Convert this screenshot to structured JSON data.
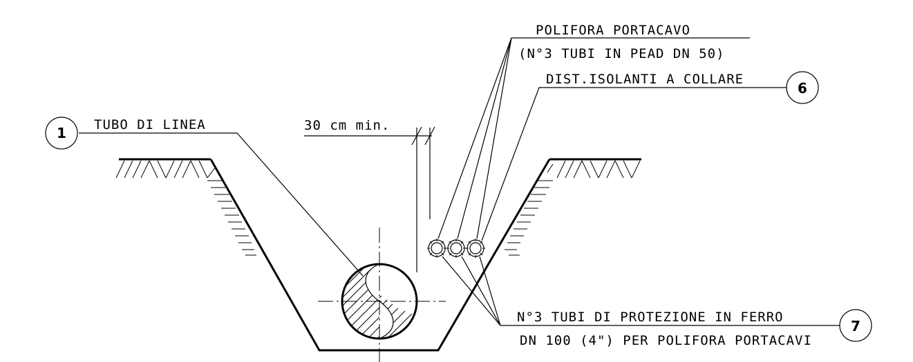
{
  "labels": {
    "polifora_line1": "POLIFORA PORTACAVO",
    "polifora_line2": "(N°3 TUBI IN PEAD DN 50)",
    "distanziatori": "DIST.ISOLANTI A COLLARE",
    "tubo_linea": "TUBO DI LINEA",
    "distanza_min": "30 cm min.",
    "tubi_protezione_line1": "N°3 TUBI DI PROTEZIONE IN FERRO",
    "tubi_protezione_line2": "DN 100 (4\") PER POLIFORA PORTACAVI"
  },
  "callouts": {
    "c1": "1",
    "c6": "6",
    "c7": "7"
  }
}
